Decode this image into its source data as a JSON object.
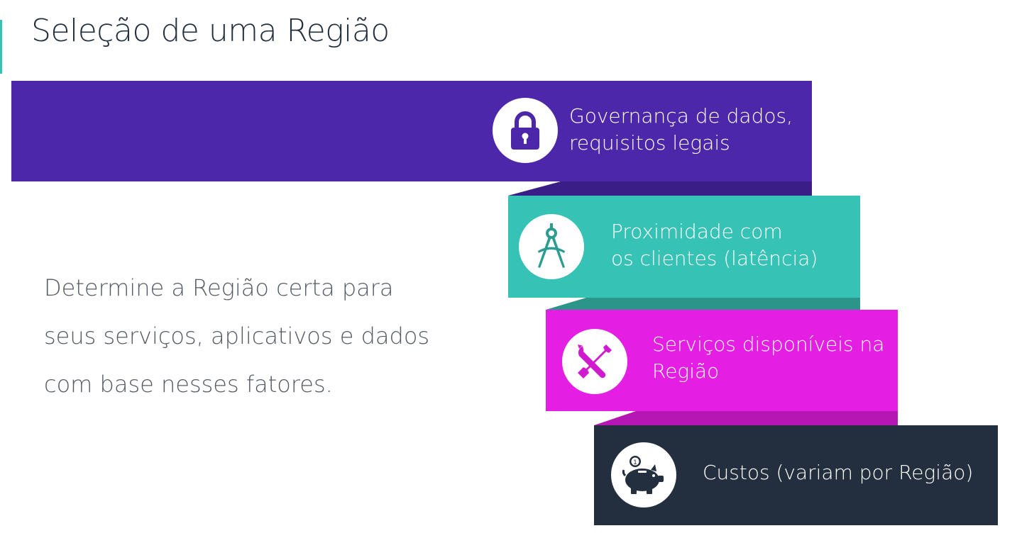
{
  "title": "Seleção de uma Região",
  "body": {
    "lines": [
      "Determine a Região certa para",
      "seus serviços, aplicativos e dados",
      "com base nesses fatores."
    ]
  },
  "factors": [
    {
      "icon": "lock-icon",
      "color": "#4d27aa",
      "lines": [
        "Governança de dados,",
        "requisitos legais"
      ]
    },
    {
      "icon": "compass-icon",
      "color": "#36c2b4",
      "lines": [
        "Proximidade com",
        "os clientes (latência)"
      ]
    },
    {
      "icon": "tools-icon",
      "color": "#e41fe3",
      "lines": [
        "Serviços disponíveis na",
        "Região"
      ]
    },
    {
      "icon": "piggy-bank-icon",
      "color": "#232f3e",
      "lines": [
        "Custos (variam por Região)"
      ]
    }
  ],
  "colors": {
    "accent": "#36c2b4",
    "title": "#232f3e",
    "body": "#545b64"
  }
}
